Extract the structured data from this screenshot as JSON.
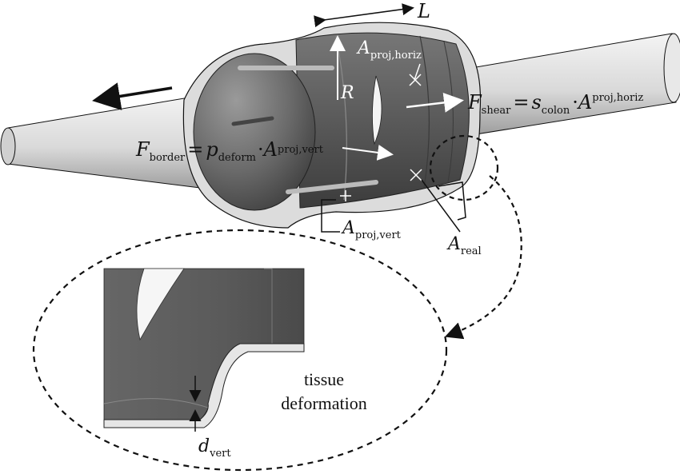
{
  "labels": {
    "L": "L",
    "R": "R",
    "a_proj_horiz_main": "A",
    "a_proj_horiz_sub": "proj,horiz",
    "f_shear_main": "F",
    "f_shear_sub": "shear",
    "f_shear_eq": "=",
    "f_shear_s": "s",
    "f_shear_s_sub": "colon",
    "f_shear_dot": "·",
    "f_shear_a": "A",
    "f_shear_a_sub": "proj,horiz",
    "f_border_main": "F",
    "f_border_sub": "border",
    "f_border_eq": "=",
    "f_border_p": "p",
    "f_border_p_sub": "deform",
    "f_border_dot": "·",
    "f_border_a": "A",
    "f_border_a_sub": "proj,vert",
    "a_proj_vert_main": "A",
    "a_proj_vert_sub": "proj,vert",
    "a_real_main": "A",
    "a_real_sub": "real",
    "tissue_line1": "tissue",
    "tissue_line2": "deformation",
    "d_vert_main": "d",
    "d_vert_sub": "vert"
  },
  "colors": {
    "tube_light": "#e6e6e6",
    "tube_dark": "#8a8a8a",
    "capsule_dark": "#4a4a4a",
    "capsule_mid": "#6e6e6e",
    "outline": "#111111",
    "white": "#ffffff"
  }
}
